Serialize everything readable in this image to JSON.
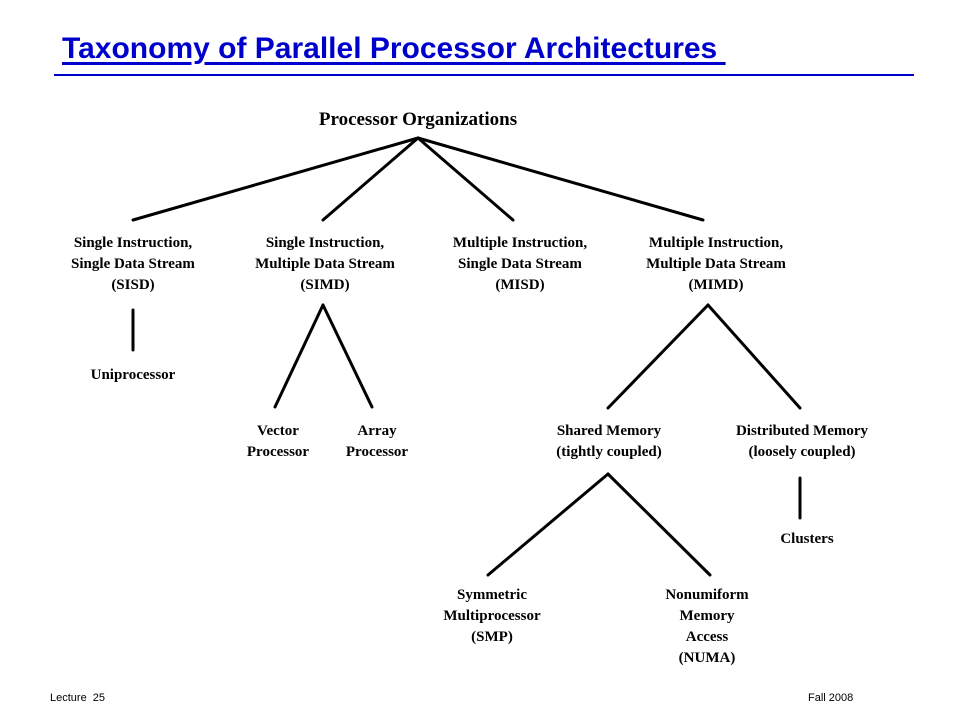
{
  "slide": {
    "title": "Taxonomy of Parallel Processor Architectures "
  },
  "diagram": {
    "root": {
      "lines": [
        "Processor Organizations"
      ]
    },
    "sisd": {
      "lines": [
        "Single Instruction,",
        "Single Data Stream",
        "(SISD)"
      ]
    },
    "simd": {
      "lines": [
        "Single Instruction,",
        "Multiple Data Stream",
        "(SIMD)"
      ]
    },
    "misd": {
      "lines": [
        "Multiple Instruction,",
        "Single Data Stream",
        "(MISD)"
      ]
    },
    "mimd": {
      "lines": [
        "Multiple Instruction,",
        "Multiple Data Stream",
        "(MIMD)"
      ]
    },
    "uniprocessor": {
      "lines": [
        "Uniprocessor"
      ]
    },
    "vector": {
      "lines": [
        "Vector",
        "Processor"
      ]
    },
    "array": {
      "lines": [
        "Array",
        "Processor"
      ]
    },
    "shared": {
      "lines": [
        "Shared Memory",
        "(tightly coupled)"
      ]
    },
    "distributed": {
      "lines": [
        "Distributed Memory",
        "(loosely coupled)"
      ]
    },
    "clusters": {
      "lines": [
        "Clusters"
      ]
    },
    "smp": {
      "lines": [
        "Symmetric",
        "Multiprocessor",
        "(SMP)"
      ]
    },
    "numa": {
      "lines": [
        "Nonumiform",
        "Memory",
        "Access",
        "(NUMA)"
      ]
    }
  },
  "footer": {
    "left": "Lecture  25",
    "right": "Fall 2008"
  },
  "colors": {
    "title": "#0000cc",
    "line": "#000000"
  }
}
